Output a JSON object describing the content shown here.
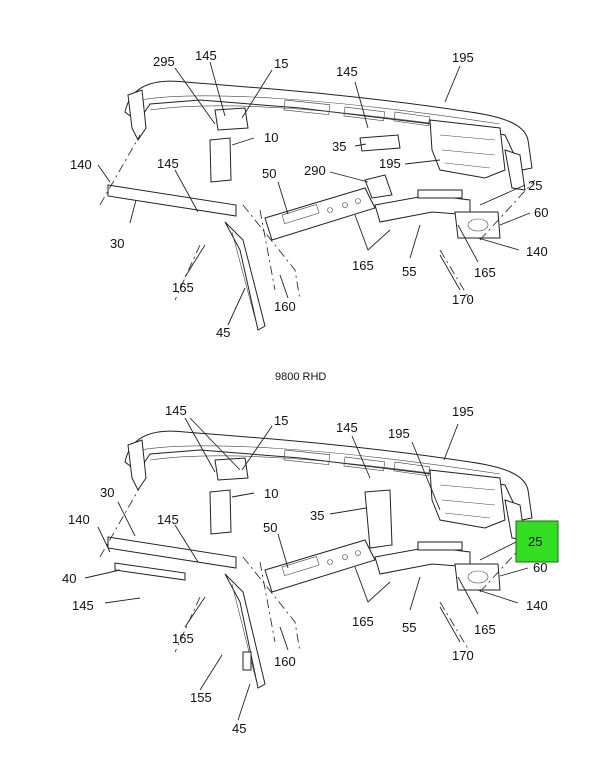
{
  "caption": "9800 RHD",
  "highlight": {
    "label": "25",
    "color": "#33dd22"
  },
  "top_callouts": {
    "c295": "295",
    "c145a": "145",
    "c15": "15",
    "c145b": "145",
    "c195a": "195",
    "c10": "10",
    "c35": "35",
    "c195b": "195",
    "c140a": "140",
    "c145c": "145",
    "c50": "50",
    "c290": "290",
    "c25": "25",
    "c60": "60",
    "c30": "30",
    "c140b": "140",
    "c165a": "165",
    "c55": "55",
    "c165b": "165",
    "c165c": "165",
    "c160": "160",
    "c170": "170",
    "c45": "45"
  },
  "bottom_callouts": {
    "c145a": "145",
    "c15": "15",
    "c145b": "145",
    "c195a": "195",
    "c195b": "195",
    "c10": "10",
    "c30": "30",
    "c35": "35",
    "c140a": "140",
    "c145c": "145",
    "c50": "50",
    "c60": "60",
    "c40": "40",
    "c145d": "145",
    "c165a": "165",
    "c55": "55",
    "c165b": "165",
    "c140b": "140",
    "c160": "160",
    "c170": "170",
    "c155": "155",
    "c45": "45"
  }
}
